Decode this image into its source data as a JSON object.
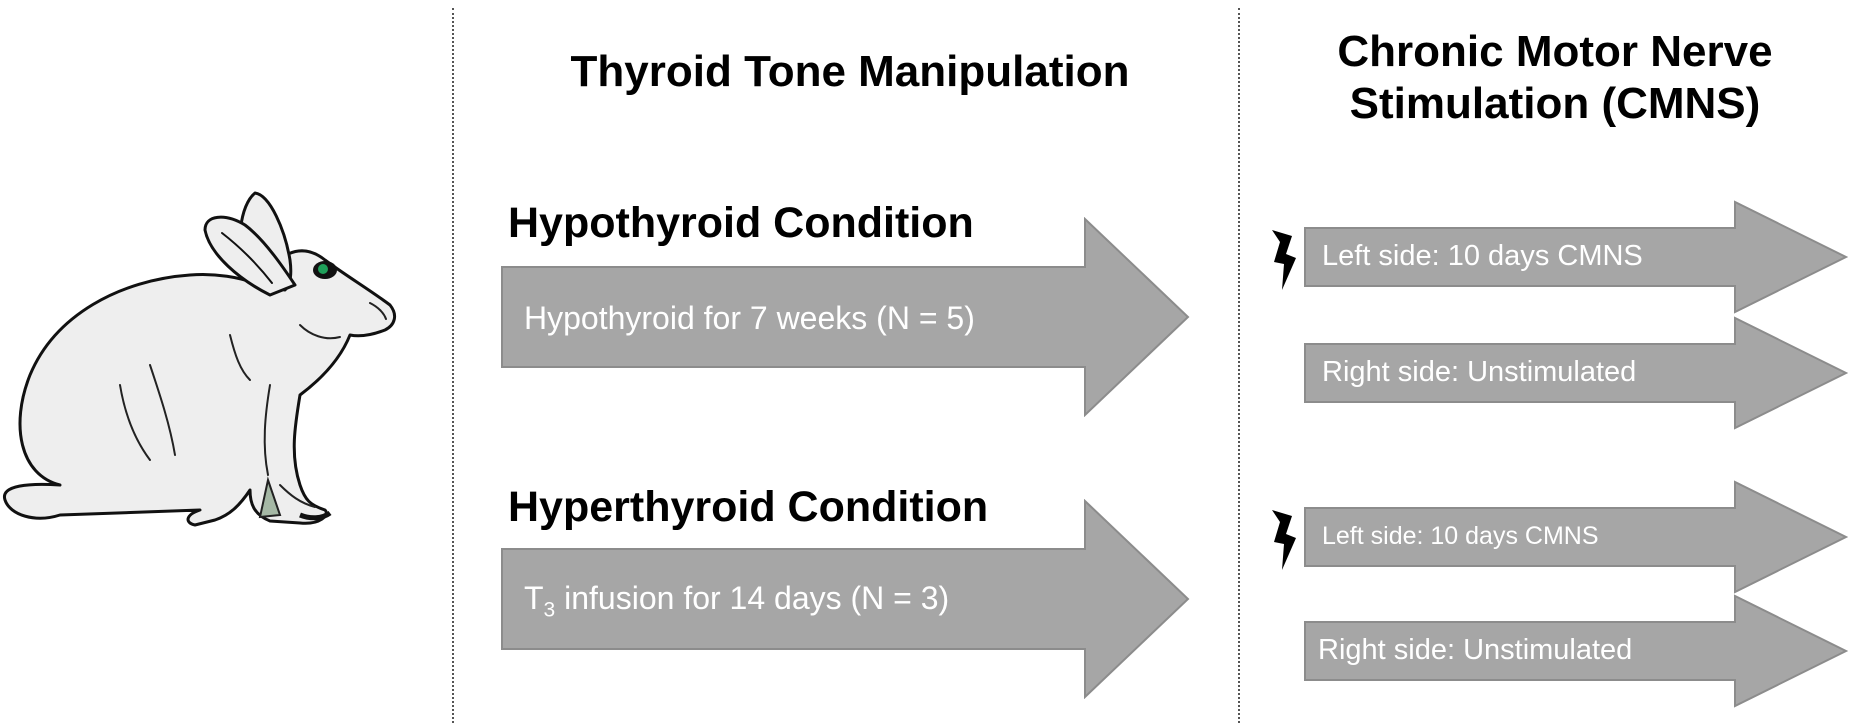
{
  "columns": {
    "thyroid_title": "Thyroid Tone Manipulation",
    "cmns_title_line1": "Chronic Motor Nerve",
    "cmns_title_line2": "Stimulation (CMNS)"
  },
  "hypo": {
    "title": "Hypothyroid Condition",
    "arrow_label": "Hypothyroid for 7 weeks (N = 5)",
    "left": "Left side: 10 days CMNS",
    "right": "Right side: Unstimulated"
  },
  "hyper": {
    "title": "Hyperthyroid Condition",
    "label_prefix": "T",
    "label_sub": "3",
    "label_rest": " infusion for 14 days (N = 3)",
    "left": "Left side: 10 days CMNS",
    "right": "Right side: Unstimulated"
  },
  "colors": {
    "arrow_fill": "#a6a6a6",
    "arrow_stroke": "#8c8c8c",
    "divider": "#555555",
    "rabbit_eye": "#1fa05a"
  },
  "icons": [
    "rabbit-illustration",
    "lightning-bolt-icon"
  ]
}
